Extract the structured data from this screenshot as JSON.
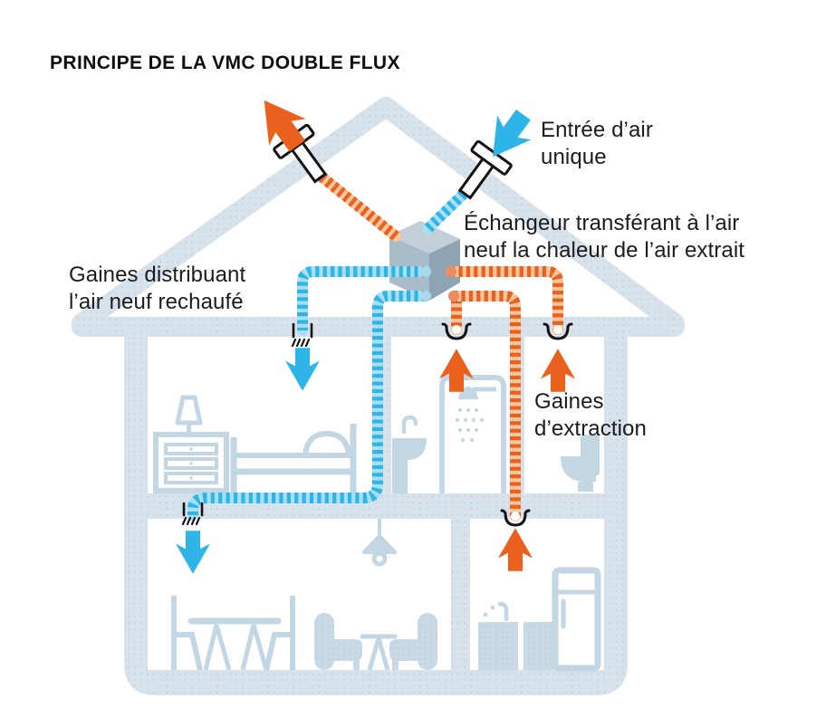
{
  "title": "PRINCIPE DE LA VMC DOUBLE FLUX",
  "labels": {
    "air_inlet": "Entrée d’air\nunique",
    "exchanger": "Échangeur transférant à l’air\nneuf la chaleur de l’air extrait",
    "supply_ducts": "Gaines distribuant\nl’air neuf rechaufé",
    "extract_ducts": "Gaines\nd’extraction"
  },
  "colors": {
    "supply_air_blue": "#2fb4e7",
    "supply_air_light": "#a8dff5",
    "extract_air_orange": "#e9611c",
    "extract_air_light": "#f7c5a0",
    "walls": "#d8e2eb",
    "furniture": "#c3d6e4",
    "text": "#1b1c1e"
  }
}
